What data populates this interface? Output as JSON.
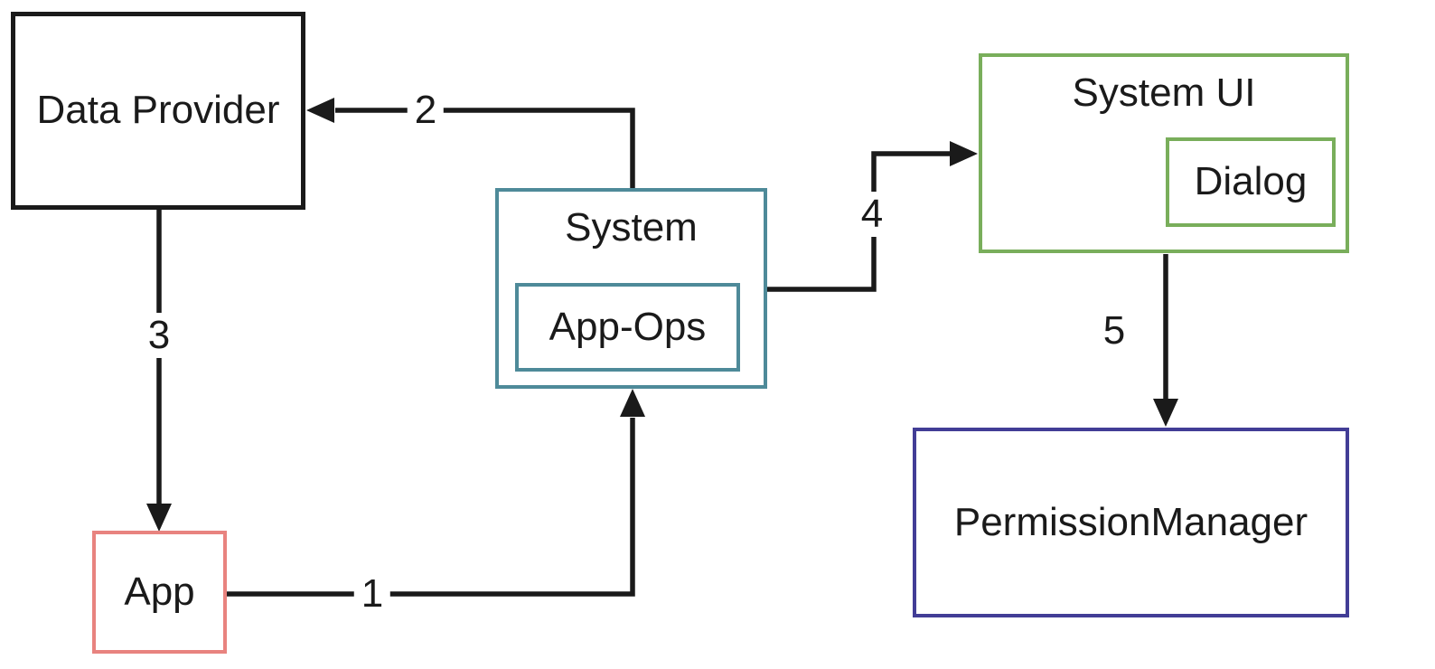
{
  "diagram": {
    "nodes": {
      "data_provider": {
        "label": "Data Provider",
        "border_color": "#1a1a1a"
      },
      "app": {
        "label": "App",
        "border_color": "#e8837f"
      },
      "system": {
        "label": "System",
        "border_color": "#4e8a99"
      },
      "app_ops": {
        "label": "App-Ops",
        "border_color": "#4e8a99"
      },
      "system_ui": {
        "label": "System UI",
        "border_color": "#79ae5b"
      },
      "dialog": {
        "label": "Dialog",
        "border_color": "#79ae5b"
      },
      "permission_manager": {
        "label": "PermissionManager",
        "border_color": "#423d96"
      }
    },
    "edges": [
      {
        "label": "1",
        "from": "App",
        "to": "System"
      },
      {
        "label": "2",
        "from": "System",
        "to": "Data Provider"
      },
      {
        "label": "3",
        "from": "Data Provider",
        "to": "App"
      },
      {
        "label": "4",
        "from": "System",
        "to": "System UI"
      },
      {
        "label": "5",
        "from": "System UI",
        "to": "PermissionManager"
      }
    ],
    "arrow_color": "#1a1a1a",
    "background_color": "#ffffff"
  }
}
